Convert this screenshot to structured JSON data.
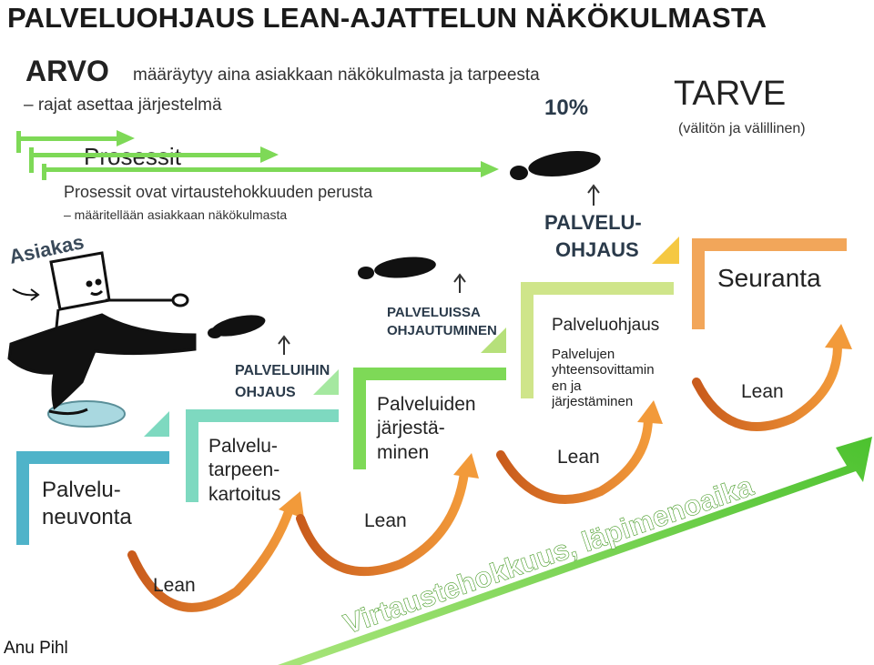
{
  "title": "PALVELUOHJAUS LEAN-AJATTELUN NÄKÖKULMASTA",
  "arvo": {
    "word": "ARVO",
    "text": "määräytyy aina asiakkaan näkökulmasta ja tarpeesta",
    "sub": "– rajat asettaa järjestelmä"
  },
  "prosessit": {
    "title": "Prosessit",
    "line1": "Prosessit ovat virtaustehokkuuden perusta",
    "line2": "– määritellään asiakkaan näkökulmasta"
  },
  "tarve": {
    "word": "TARVE",
    "sub": "(välitön ja välillinen)"
  },
  "sketch_labels": {
    "asiakas": "Asiakas",
    "palveluihin": "PALVELUIHIN\nOHJAUS",
    "palveluissa": "PALVELUISSA\nOHJAUTUMINEN",
    "palveluohjaus": "PALVELU-\nOHJAUS",
    "percent": "10%"
  },
  "steps": [
    {
      "label": "Palvelu-\nneuvonta",
      "color": "#4fb3c9"
    },
    {
      "label": "Palvelu-\ntarpeen-\nkartoitus",
      "color": "#7ed9c0"
    },
    {
      "label": "Palveluiden\njärjestä-\nminen",
      "color": "#7ed957"
    },
    {
      "label": "Palveluohjaus",
      "sub": "Palvelujen\nyhteensovittamin\nen ja\njärjestäminen",
      "color": "#cfe58a"
    },
    {
      "label": "Seuranta",
      "color": "#f2a65a"
    }
  ],
  "lean_label": "Lean",
  "banner_text": "Virtaustehokkuus, läpimenoaika",
  "author": "Anu Pihl",
  "colors": {
    "green_arrow": "#7ed957",
    "banner": "#6bd34a",
    "curve": "#e57b2a"
  }
}
